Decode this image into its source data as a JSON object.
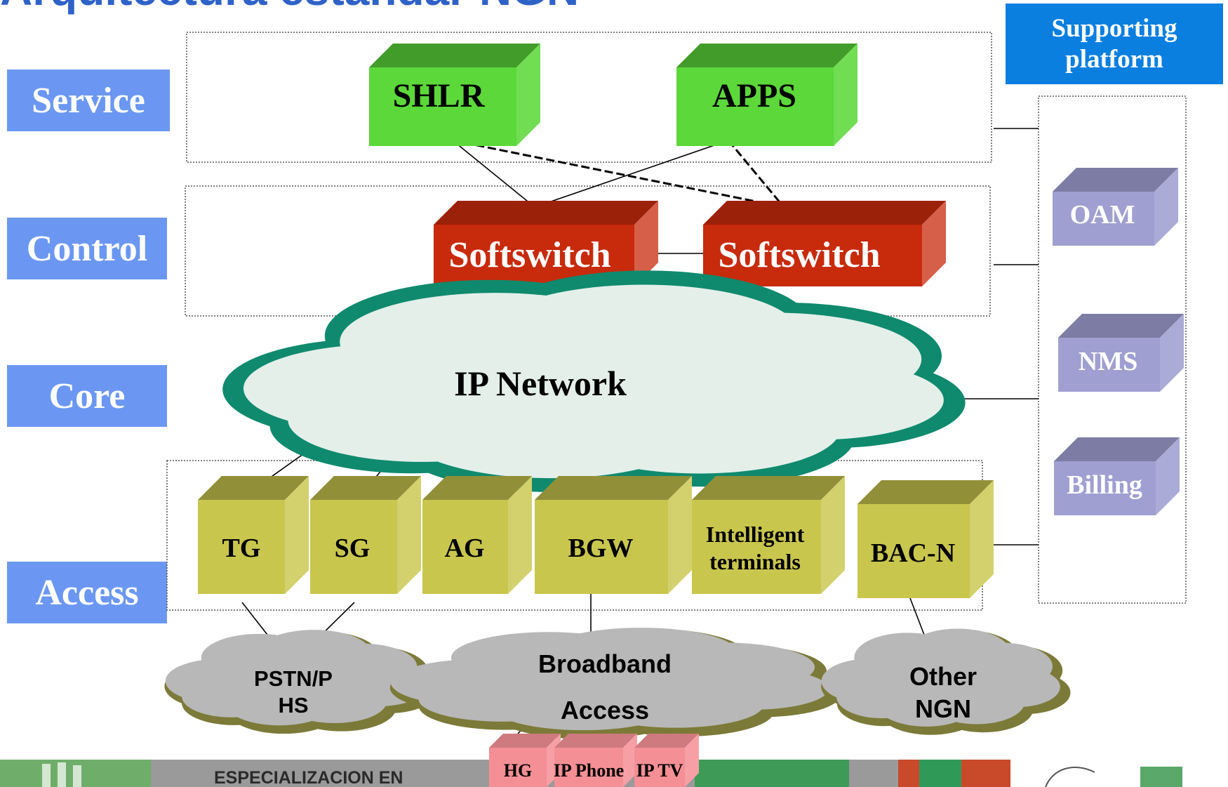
{
  "title": "Arquitectura estandar NGN",
  "layers": {
    "service": "Service",
    "control": "Control",
    "core": "Core",
    "access": "Access"
  },
  "supporting_platform": "Supporting platform",
  "service_nodes": {
    "shlr": "SHLR",
    "apps": "APPS"
  },
  "control_nodes": {
    "softswitch_1": "Softswitch",
    "softswitch_2": "Softswitch"
  },
  "core_network": "IP Network",
  "access_nodes": {
    "tg": "TG",
    "sg": "SG",
    "ag": "AG",
    "bgw": "BGW",
    "intelligent_terminals_line1": "Intelligent",
    "intelligent_terminals_line2": "terminals",
    "bac_n": "BAC-N"
  },
  "support_nodes": {
    "oam": "OAM",
    "nms": "NMS",
    "billing": "Billing"
  },
  "external_networks": {
    "pstn_line1": "PSTN/P",
    "pstn_line2": "HS",
    "broadband_line1": "Broadband",
    "broadband_line2": "Access",
    "other_line1": "Other",
    "other_line2": "NGN"
  },
  "endpoints": {
    "hg": "HG",
    "ip_phone": "IP Phone",
    "ip_tv": "IP TV"
  },
  "footer_text": "ESPECIALIZACION EN",
  "colors": {
    "layer_label": "#6b97f2",
    "service_box": "#5cd83a",
    "control_box": "#c82a0c",
    "access_box": "#c9c64e",
    "support_box": "#9f9fd2",
    "cloud_core": "#e4efe9",
    "cloud_edge": "#0f8a6e",
    "cloud_grey": "#b8b8b8",
    "endpoint_box": "#f48f95",
    "support_header": "#0a7fe0"
  }
}
